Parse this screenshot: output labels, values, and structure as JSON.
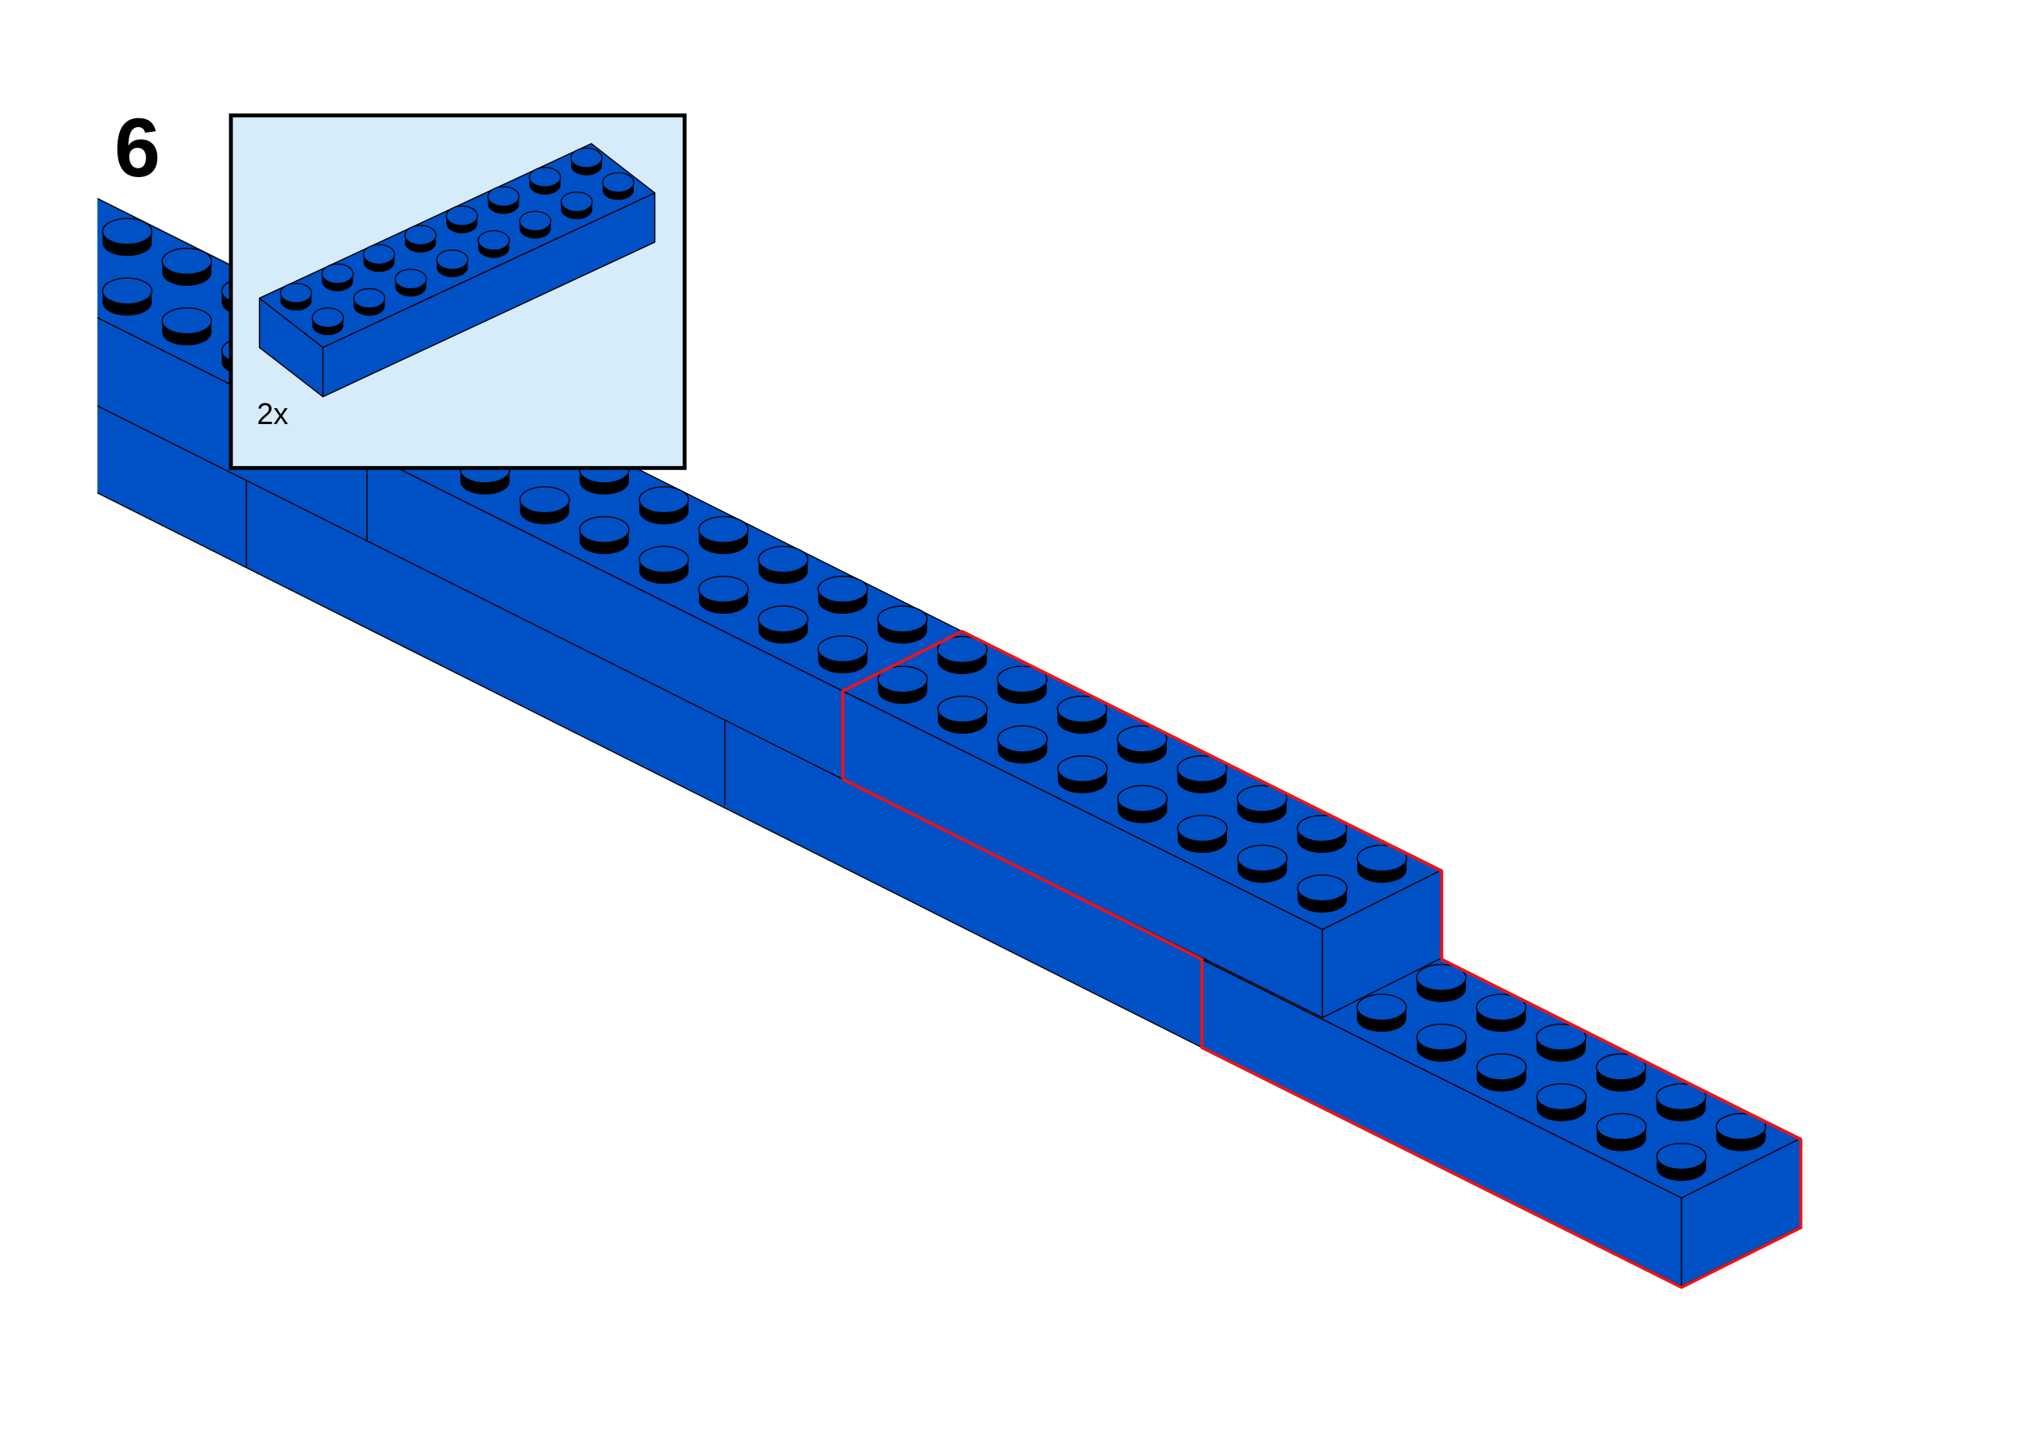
{
  "step": {
    "number": "6"
  },
  "parts_callout": {
    "quantity": "2x",
    "part": "brick-2x8",
    "studs_length": 8,
    "studs_width": 2
  },
  "colors": {
    "brick": "#0050C6",
    "outline": "#000000",
    "highlight": "#E8141C",
    "callout_background": "#D6ECFA"
  }
}
